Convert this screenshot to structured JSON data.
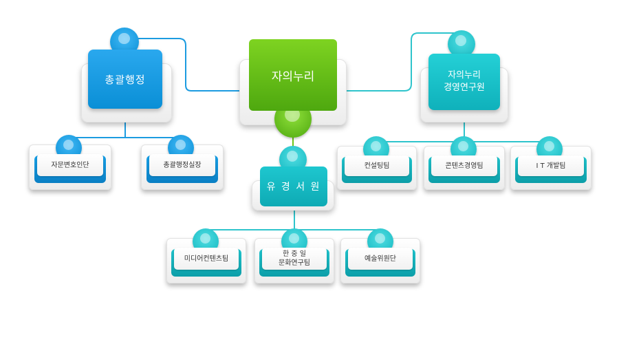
{
  "colors": {
    "blue": "#0a8fd6",
    "green": "#5cb814",
    "teal": "#14b8c0",
    "line_blue": "#1b9be0",
    "line_green": "#6cc419",
    "line_teal": "#2ec4cc"
  },
  "root": {
    "label": "자의누리"
  },
  "branches": {
    "left": {
      "label": "총괄행정",
      "children": [
        "자문변호인단",
        "총괄행정실장"
      ]
    },
    "center": {
      "label": "유 경 서 원",
      "children": [
        "미디어컨텐츠팀",
        "한 중 일\n문화연구팀",
        "예술위원단"
      ]
    },
    "right": {
      "label": "자의누리\n경영연구원",
      "children": [
        "컨설팅팀",
        "콘텐츠경영팀",
        "I T 개발팀"
      ]
    }
  }
}
